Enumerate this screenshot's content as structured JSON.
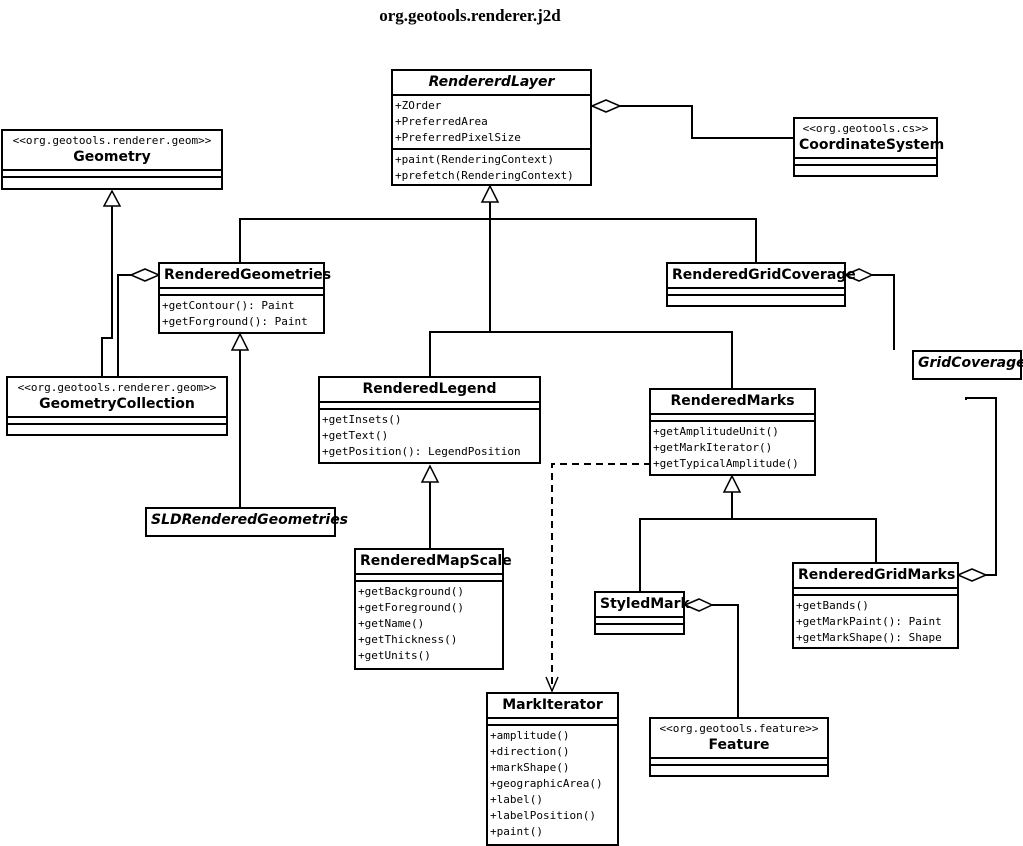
{
  "title": "org.geotools.renderer.j2d",
  "classes": {
    "renderedLayer": {
      "name": "RendererdLayer",
      "attributes": [
        "+ZOrder",
        "+PreferredArea",
        "+PreferredPixelSize"
      ],
      "operations": [
        "+paint(RenderingContext)",
        "+prefetch(RenderingContext)"
      ]
    },
    "geometry": {
      "stereotype": "<<org.geotools.renderer.geom>>",
      "name": "Geometry"
    },
    "coordinateSystem": {
      "stereotype": "<<org.geotools.cs>>",
      "name": "CoordinateSystem"
    },
    "renderedGeometries": {
      "name": "RenderedGeometries",
      "operations": [
        "+getContour(): Paint",
        "+getForground(): Paint"
      ]
    },
    "renderedGridCoverage": {
      "name": "RenderedGridCoverage"
    },
    "gridCoverage": {
      "name": "GridCoverage"
    },
    "geometryCollection": {
      "stereotype": "<<org.geotools.renderer.geom>>",
      "name": "GeometryCollection"
    },
    "renderedLegend": {
      "name": "RenderedLegend",
      "operations": [
        "+getInsets()",
        "+getText()",
        "+getPosition(): LegendPosition"
      ]
    },
    "renderedMarks": {
      "name": "RenderedMarks",
      "operations": [
        "+getAmplitudeUnit()",
        "+getMarkIterator()",
        "+getTypicalAmplitude()"
      ]
    },
    "sldRenderedGeometries": {
      "name": "SLDRenderedGeometries"
    },
    "renderedMapScale": {
      "name": "RenderedMapScale",
      "operations": [
        "+getBackground()",
        "+getForeground()",
        "+getName()",
        "+getThickness()",
        "+getUnits()"
      ]
    },
    "styledMark": {
      "name": "StyledMark"
    },
    "renderedGridMarks": {
      "name": "RenderedGridMarks",
      "operations": [
        "+getBands()",
        "+getMarkPaint(): Paint",
        "+getMarkShape(): Shape"
      ]
    },
    "markIterator": {
      "name": "MarkIterator",
      "operations": [
        "+amplitude()",
        "+direction()",
        "+markShape()",
        "+geographicArea()",
        "+label()",
        "+labelPosition()",
        "+paint()"
      ]
    },
    "feature": {
      "stereotype": "<<org.geotools.feature>>",
      "name": "Feature"
    }
  }
}
